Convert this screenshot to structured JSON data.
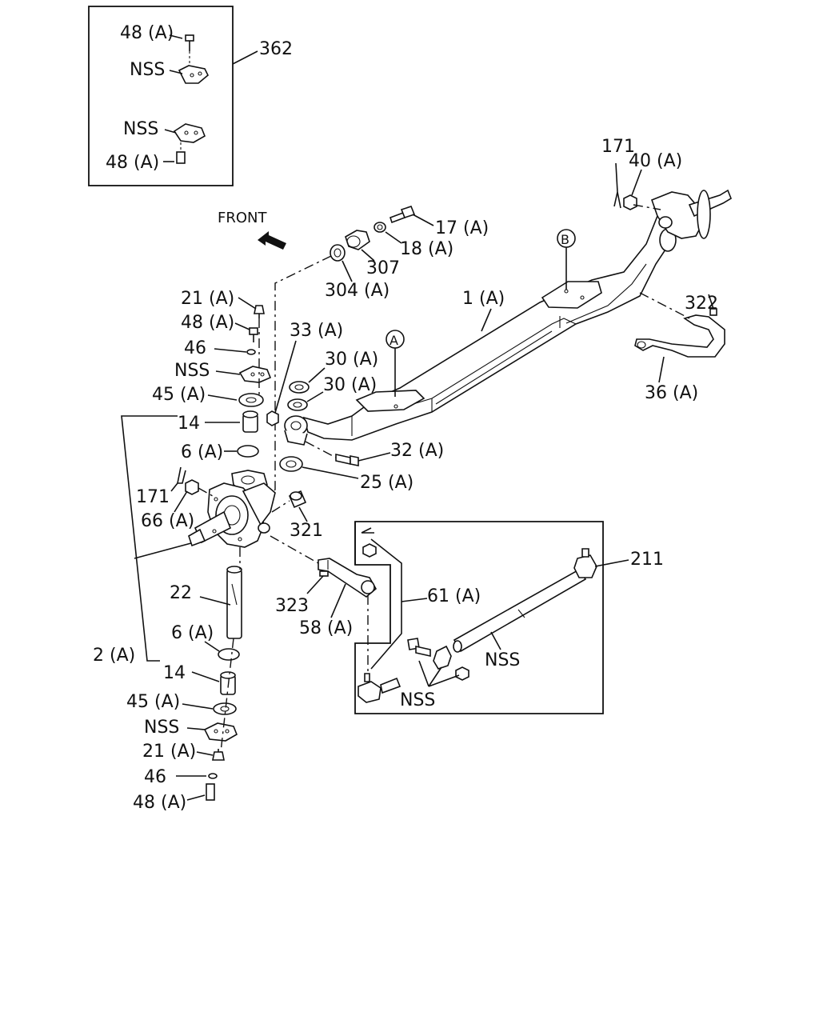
{
  "front_label": "FRONT",
  "callouts": {
    "c362": "362",
    "c48a_top": "48 (A)",
    "nss_top1": "NSS",
    "nss_top2": "NSS",
    "c48a_top2": "48 (A)",
    "c171_r": "171",
    "c40a": "40 (A)",
    "c17a": "17 (A)",
    "c18a": "18 (A)",
    "c307": "307",
    "c304a": "304 (A)",
    "c322": "322",
    "c1a": "1 (A)",
    "cB": "B",
    "cA": "A",
    "c21a_l": "21 (A)",
    "c48a_l": "48 (A)",
    "c46_l": "46",
    "nss_l": "NSS",
    "c45a_l": "45 (A)",
    "c33a": "33 (A)",
    "c30a_1": "30 (A)",
    "c30a_2": "30 (A)",
    "c36a": "36 (A)",
    "c14_top": "14",
    "c6a_top": "6 (A)",
    "c32a": "32 (A)",
    "c25a": "25 (A)",
    "c171_l": "171",
    "c66a": "66 (A)",
    "c321": "321",
    "c211": "211",
    "c61a": "61 (A)",
    "c22": "22",
    "c323": "323",
    "c58a": "58 (A)",
    "nss_rod": "NSS",
    "c6a_bot": "6 (A)",
    "c2a": "2 (A)",
    "c14_bot": "14",
    "nss_bolts": "NSS",
    "c45a_bot": "45 (A)",
    "nss_bot": "NSS",
    "c21a_bot": "21 (A)",
    "c46_bot": "46",
    "c48a_bot": "48 (A)"
  }
}
